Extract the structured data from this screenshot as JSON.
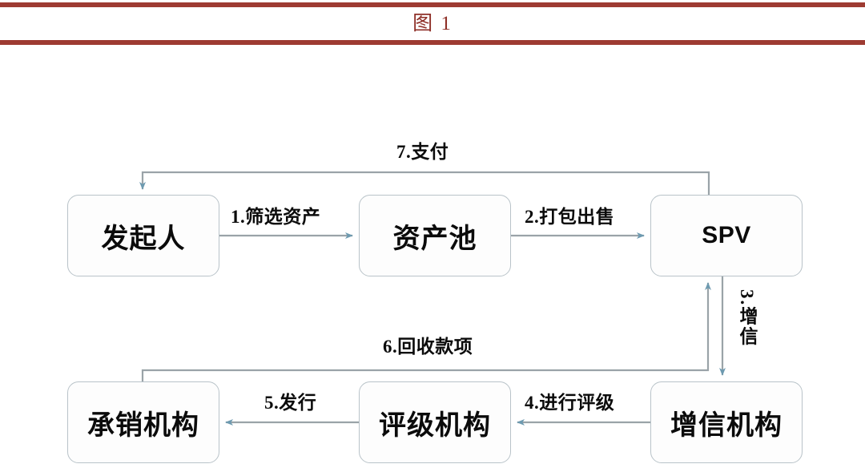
{
  "header": {
    "title": "图 1",
    "rule_color": "#9e3b32",
    "title_color": "#8e2f27"
  },
  "diagram": {
    "type": "flowchart",
    "node_border_color": "#b9c3c9",
    "node_fill_color": "#fdfdfd",
    "connector_color": "#9aa3a8",
    "arrowhead_color": "#6d9ab0",
    "nodes": [
      {
        "id": "originator",
        "label": "发起人",
        "row": "top",
        "col": 1
      },
      {
        "id": "asset-pool",
        "label": "资产池",
        "row": "top",
        "col": 2
      },
      {
        "id": "spv",
        "label": "SPV",
        "row": "top",
        "col": 3
      },
      {
        "id": "underwriter",
        "label": "承销机构",
        "row": "bottom",
        "col": 1
      },
      {
        "id": "rating",
        "label": "评级机构",
        "row": "bottom",
        "col": 2
      },
      {
        "id": "credit",
        "label": "增信机构",
        "row": "bottom",
        "col": 3
      }
    ],
    "edges": [
      {
        "step": "1",
        "label": "1.筛选资产",
        "from": "originator",
        "to": "asset-pool",
        "direction": "right"
      },
      {
        "step": "2",
        "label": "2.打包出售",
        "from": "asset-pool",
        "to": "spv",
        "direction": "right"
      },
      {
        "step": "3",
        "label": "3.增信",
        "from": "spv",
        "to": "credit",
        "direction": "down",
        "orientation": "vertical"
      },
      {
        "step": "4",
        "label": "4.进行评级",
        "from": "credit",
        "to": "rating",
        "direction": "left"
      },
      {
        "step": "5",
        "label": "5.发行",
        "from": "rating",
        "to": "underwriter",
        "direction": "left"
      },
      {
        "step": "6",
        "label": "6.回收款项",
        "from": "underwriter",
        "to": "spv",
        "direction": "up-right"
      },
      {
        "step": "7",
        "label": "7.支付",
        "from": "spv",
        "to": "originator",
        "direction": "up-left"
      }
    ]
  }
}
